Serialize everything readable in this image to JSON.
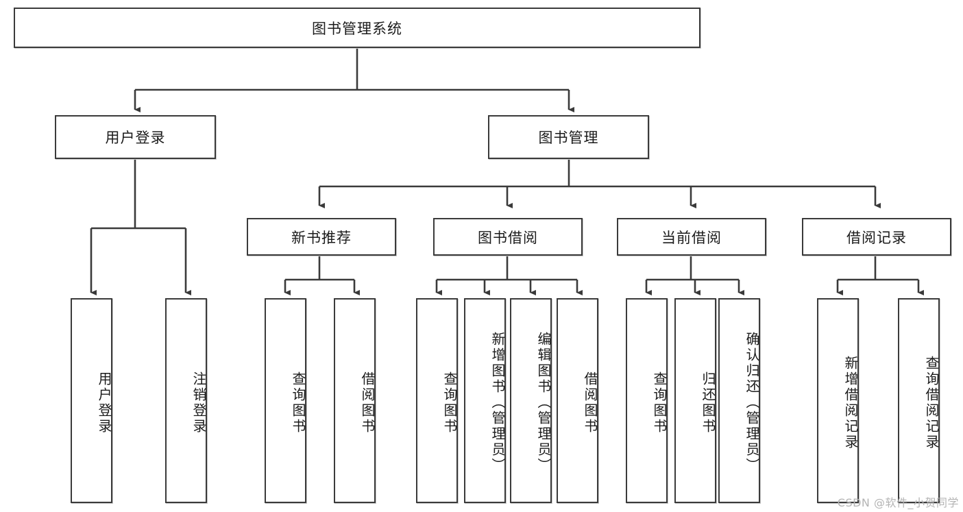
{
  "diagram": {
    "title_node": {
      "label": "图书管理系统"
    },
    "level2": [
      {
        "label": "用户登录"
      },
      {
        "label": "图书管理"
      }
    ],
    "level3": [
      {
        "label": "新书推荐"
      },
      {
        "label": "图书借阅"
      },
      {
        "label": "当前借阅"
      },
      {
        "label": "借阅记录"
      }
    ],
    "leaves": {
      "user_login": [
        {
          "label": "用户登录"
        },
        {
          "label": "注销登录"
        }
      ],
      "new_book": [
        {
          "label": "查询图书"
        },
        {
          "label": "借阅图书"
        }
      ],
      "book_borrow": [
        {
          "label": "查询图书"
        },
        {
          "label": "新增图书（管理员）"
        },
        {
          "label": "编辑图书（管理员）"
        },
        {
          "label": "借阅图书"
        }
      ],
      "current_borrow": [
        {
          "label": "查询图书"
        },
        {
          "label": "归还图书"
        },
        {
          "label": "确认归还（管理员）"
        }
      ],
      "borrow_record": [
        {
          "label": "新增借阅记录"
        },
        {
          "label": "查询借阅记录"
        }
      ]
    }
  },
  "watermark": {
    "text": "CSDN @软件_小贺同学"
  },
  "colors": {
    "stroke": "#3a3a3a",
    "fill": "#ffffff",
    "text": "#1b1b1b",
    "watermark": "#b4b4b4"
  }
}
